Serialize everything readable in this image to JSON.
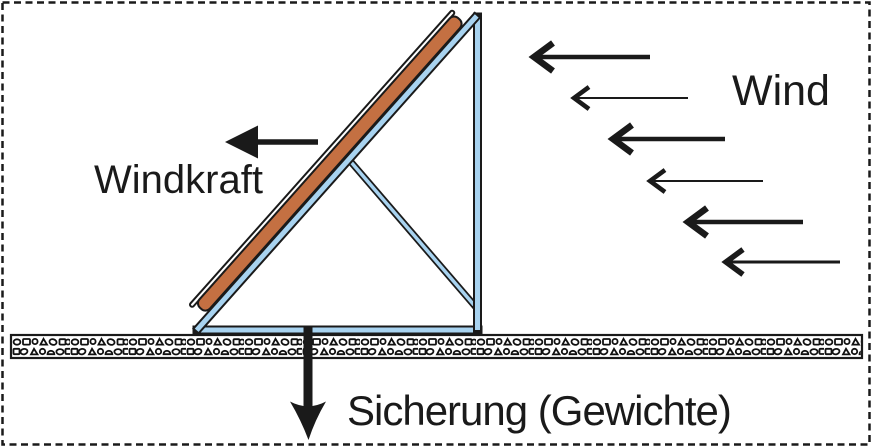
{
  "diagram": {
    "labels": {
      "wind": "Wind",
      "windkraft": "Windkraft",
      "sicherung": "Sicherung (Gewichte)"
    },
    "colors": {
      "panel_orange": "#c47042",
      "frame_blue": "#a8d3f0",
      "ink": "#1a1a1a",
      "background": "#ffffff"
    },
    "wind_arrow_count": 6
  }
}
